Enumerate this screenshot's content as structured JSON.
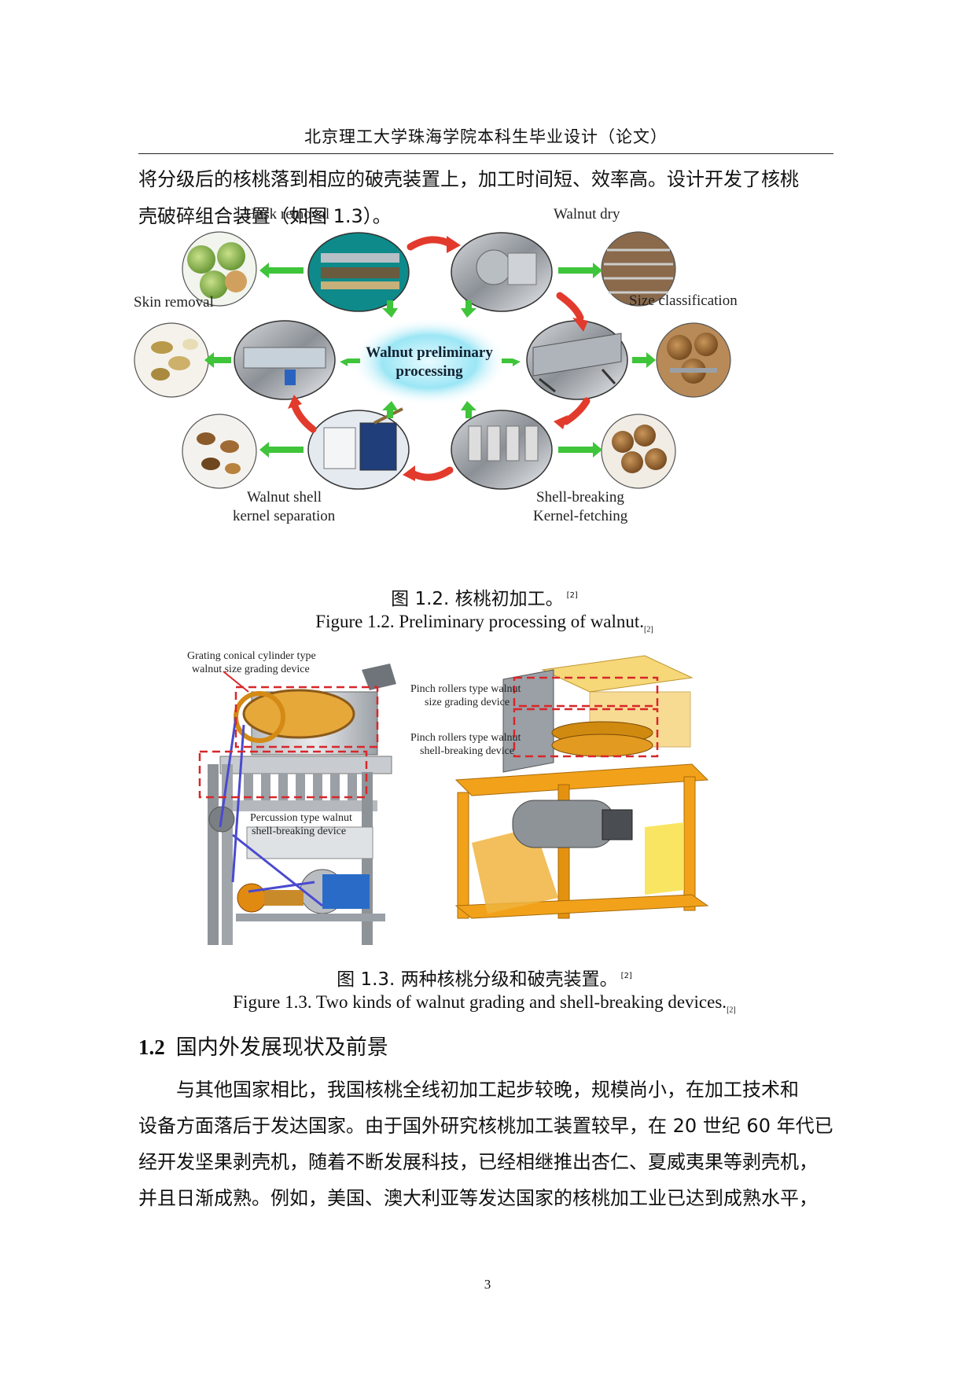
{
  "header": {
    "title": "北京理工大学珠海学院本科生毕业设计（论文）"
  },
  "intro_paragraph": {
    "line1": "将分级后的核桃落到相应的破壳装置上，加工时间短、效率高。设计开发了核桃",
    "line2": "壳破碎组合装置（如图 1.3）。"
  },
  "figure_1_2": {
    "center_label_line1": "Walnut preliminary",
    "center_label_line2": "processing",
    "labels": {
      "husk_removal": "Husk removal",
      "walnut_dry": "Walnut dry",
      "skin_removal": "Skin removal",
      "size_classification": "Size classification",
      "separation_line1": "Walnut shell",
      "separation_line2": "kernel separation",
      "shell_breaking_line1": "Shell-breaking",
      "shell_breaking_line2": "Kernel-fetching"
    },
    "caption_cn": "图  1.2.  核桃初加工。",
    "caption_cn_ref": "[2]",
    "caption_en": "Figure 1.2. Preliminary processing of walnut.",
    "caption_en_ref": "[2]"
  },
  "figure_1_3": {
    "labels": {
      "grating_line1": "Grating conical cylinder type",
      "grating_line2": "walnut size grading device",
      "percussion_line1": "Percussion type walnut",
      "percussion_line2": "shell-breaking device",
      "pinch_grading_line1": "Pinch rollers type walnut",
      "pinch_grading_line2": "size grading device",
      "pinch_breaking_line1": "Pinch rollers type walnut",
      "pinch_breaking_line2": "shell-breaking device"
    },
    "caption_cn": "图  1.3.  两种核桃分级和破壳装置。",
    "caption_cn_ref": "[2]",
    "caption_en": "Figure 1.3. Two kinds of walnut grading and shell-breaking devices.",
    "caption_en_ref": "[2]"
  },
  "section": {
    "number": "1.2",
    "title": "国内外发展现状及前景"
  },
  "body_paragraph": {
    "line1": "与其他国家相比，我国核桃全线初加工起步较晚，规模尚小，在加工技术和",
    "line2": "设备方面落后于发达国家。由于国外研究核桃加工装置较早，在 20 世纪 60 年代已",
    "line3": "经开发坚果剥壳机，随着不断发展科技，已经相继推出杏仁、夏威夷果等剥壳机，",
    "line4": "并且日渐成熟。例如，美国、澳大利亚等发达国家的核桃加工业已达到成熟水平，"
  },
  "page_number": "3",
  "colors": {
    "arrow_green": "#3fc43a",
    "arrow_red": "#e23a2c",
    "frame_red": "#d8262a",
    "machine_orange": "#f2a21a"
  }
}
